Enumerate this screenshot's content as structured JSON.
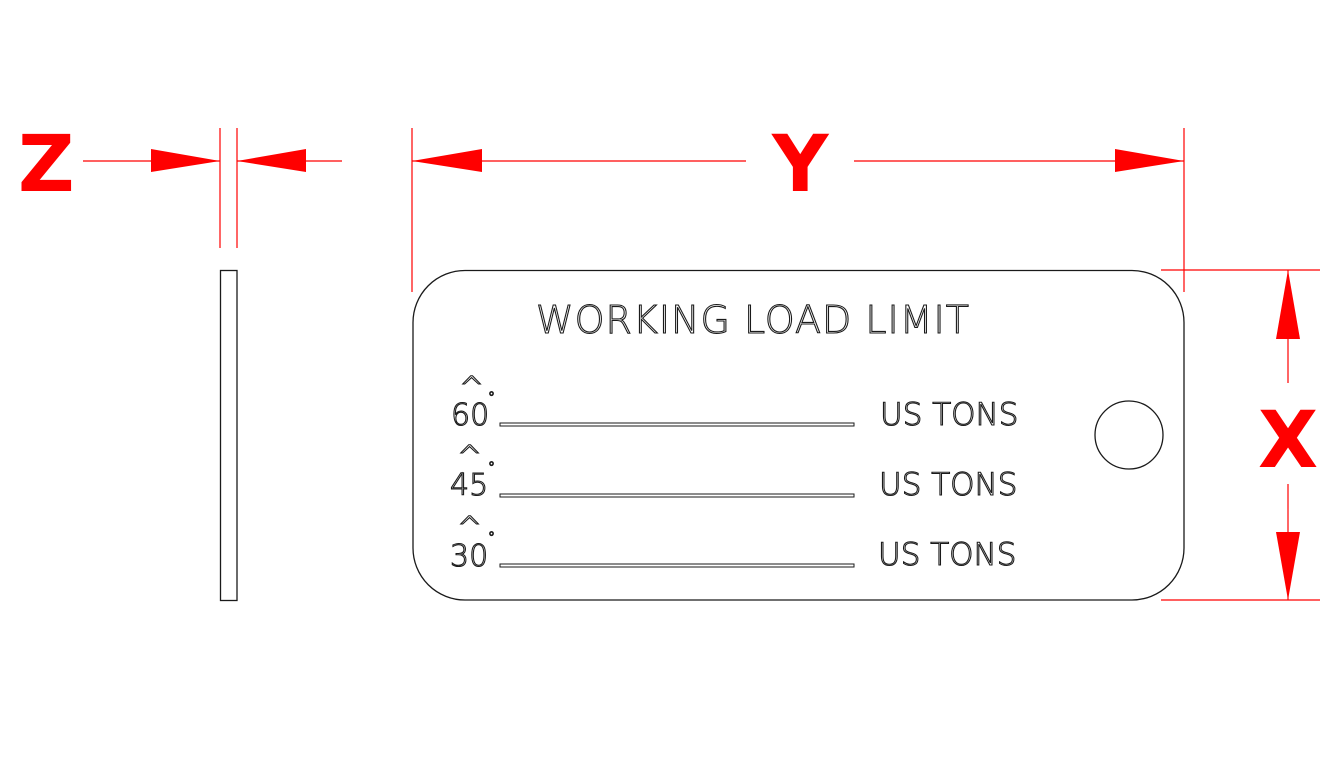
{
  "drawing": {
    "title": "Working load limit tag — dimensioned drawing",
    "accent_color": "#ff0000",
    "line_color": "#1a1a1a"
  },
  "dimensions": {
    "thickness_label": "Z",
    "length_label": "Y",
    "height_label": "X"
  },
  "tag": {
    "heading": "WORKING LOAD LIMIT",
    "rows": [
      {
        "caret": "^",
        "angle": "60",
        "degree": "°",
        "unit": "US TONS"
      },
      {
        "caret": "^",
        "angle": "45",
        "degree": "°",
        "unit": "US TONS"
      },
      {
        "caret": "^",
        "angle": "30",
        "degree": "°",
        "unit": "US TONS"
      }
    ],
    "hole": "mounting-hole"
  },
  "icons": {
    "arrow": "dimension-arrowhead",
    "hole": "circle-outline"
  }
}
